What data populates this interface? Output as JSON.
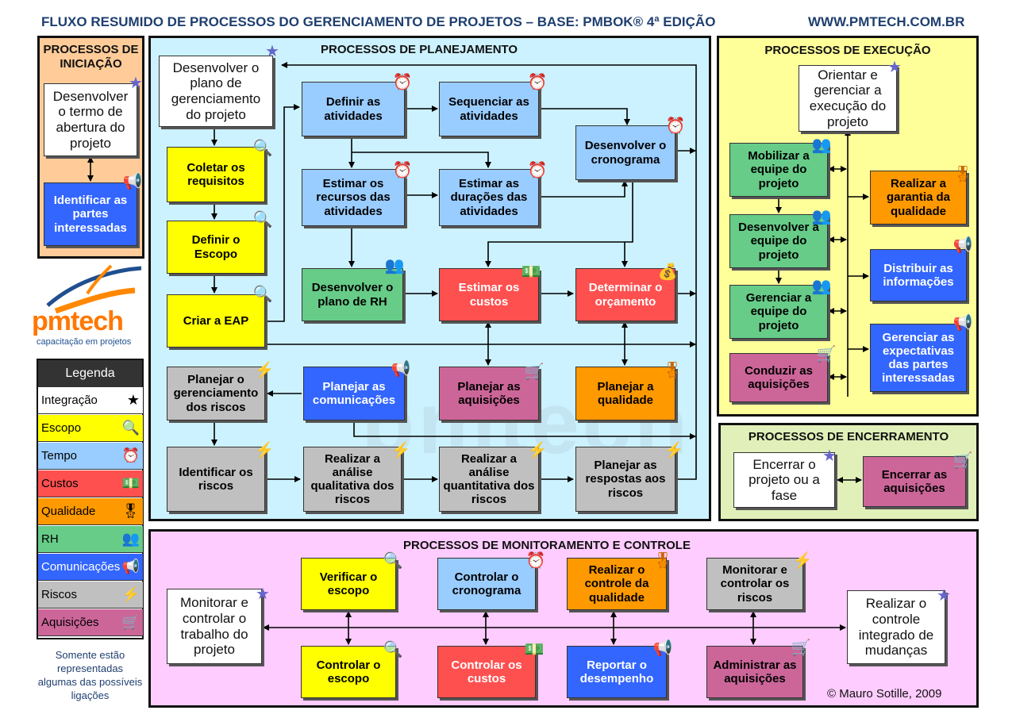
{
  "header": {
    "title": "FLUXO  RESUMIDO DE PROCESSOS DO GERENCIAMENTO DE PROJETOS – BASE: PMBOK® 4ª EDIÇÃO",
    "site": "WWW.PMTECH.COM.BR"
  },
  "panels": {
    "iniciacao": "PROCESSOS DE INICIAÇÃO",
    "planejamento": "PROCESSOS DE PLANEJAMENTO",
    "execucao": "PROCESSOS DE EXECUÇÃO",
    "encerramento": "PROCESSOS DE ENCERRAMENTO",
    "monitoramento": "PROCESSOS DE MONITORAMENTO E CONTROLE"
  },
  "iniciacao": {
    "termo": "Desenvolver o termo de abertura do projeto",
    "partes": "Identificar as partes interessadas"
  },
  "planejamento": {
    "plano_gp": "Desenvolver o plano de gerenciamento do projeto",
    "coletar": "Coletar os requisitos",
    "definir_escopo": "Definir o Escopo",
    "eap": "Criar a EAP",
    "definir_atividades": "Definir as atividades",
    "sequenciar": "Sequenciar as atividades",
    "cronograma": "Desenvolver o cronograma",
    "recursos": "Estimar os recursos das atividades",
    "duracoes": "Estimar as durações das atividades",
    "plano_rh": "Desenvolver o plano de RH",
    "estimar_custos": "Estimar os custos",
    "orcamento": "Determinar o orçamento",
    "planejar_riscos": "Planejar o gerenciamento dos riscos",
    "planejar_com": "Planejar as comunicações",
    "planejar_aq": "Planejar as aquisições",
    "planejar_qual": "Planejar a qualidade",
    "identificar_riscos": "Identificar os riscos",
    "qualitativa": "Realizar a análise qualitativa dos riscos",
    "quantitativa": "Realizar a análise quantitativa dos riscos",
    "respostas": "Planejar as respostas aos riscos"
  },
  "execucao": {
    "orientar": "Orientar e gerenciar a execução do projeto",
    "mobilizar": "Mobilizar a equipe do projeto",
    "desenvolver_equipe": "Desenvolver a equipe do projeto",
    "gerenciar_equipe": "Gerenciar a equipe do projeto",
    "conduzir_aq": "Conduzir as aquisições",
    "garantia": "Realizar a garantia da qualidade",
    "distribuir": "Distribuir as informações",
    "expectativas": "Gerenciar as expectativas das partes interessadas"
  },
  "encerramento": {
    "encerrar_projeto": "Encerrar o projeto ou a fase",
    "encerrar_aq": "Encerrar as aquisições"
  },
  "monitoramento": {
    "monitorar_trabalho": "Monitorar e controlar o trabalho do projeto",
    "verificar_escopo": "Verificar o escopo",
    "controlar_cronograma": "Controlar o cronograma",
    "controle_qualidade": "Realizar o controle da qualidade",
    "monitorar_riscos": "Monitorar e controlar os riscos",
    "controle_integrado": "Realizar o controle integrado de mudanças",
    "controlar_escopo": "Controlar o escopo",
    "controlar_custos": "Controlar os custos",
    "reportar": "Reportar o desempenho",
    "administrar_aq": "Administrar as aquisições"
  },
  "logo": {
    "name": "pmtech",
    "tagline": "capacitação em projetos"
  },
  "legend": {
    "title": "Legenda",
    "items": [
      {
        "label": "Integração",
        "color": "#ffffff",
        "icon": "star-icon"
      },
      {
        "label": "Escopo",
        "color": "#ffff00",
        "icon": "magnifier-icon"
      },
      {
        "label": "Tempo",
        "color": "#99ccff",
        "icon": "clock-icon"
      },
      {
        "label": "Custos",
        "color": "#ff5050",
        "icon": "money-icon"
      },
      {
        "label": "Qualidade",
        "color": "#ff9900",
        "icon": "ribbon-icon"
      },
      {
        "label": "RH",
        "color": "#66cc88",
        "icon": "people-icon"
      },
      {
        "label": "Comunicações",
        "color": "#3366ff",
        "icon": "megaphone-icon"
      },
      {
        "label": "Riscos",
        "color": "#c0c0c0",
        "icon": "lightning-icon"
      },
      {
        "label": "Aquisições",
        "color": "#cc6699",
        "icon": "cart-icon"
      }
    ]
  },
  "note": "Somente estão representadas algumas das possíveis ligações",
  "copyright": "© Mauro Sotille, 2009",
  "colors": {
    "initiation_bg": "#ffcc99",
    "planning_bg": "#ccf2ff",
    "execution_bg": "#ffff99",
    "closing_bg": "#e0f0b8",
    "monitoring_bg": "#ffccff",
    "title_color": "#1f3f6f"
  }
}
